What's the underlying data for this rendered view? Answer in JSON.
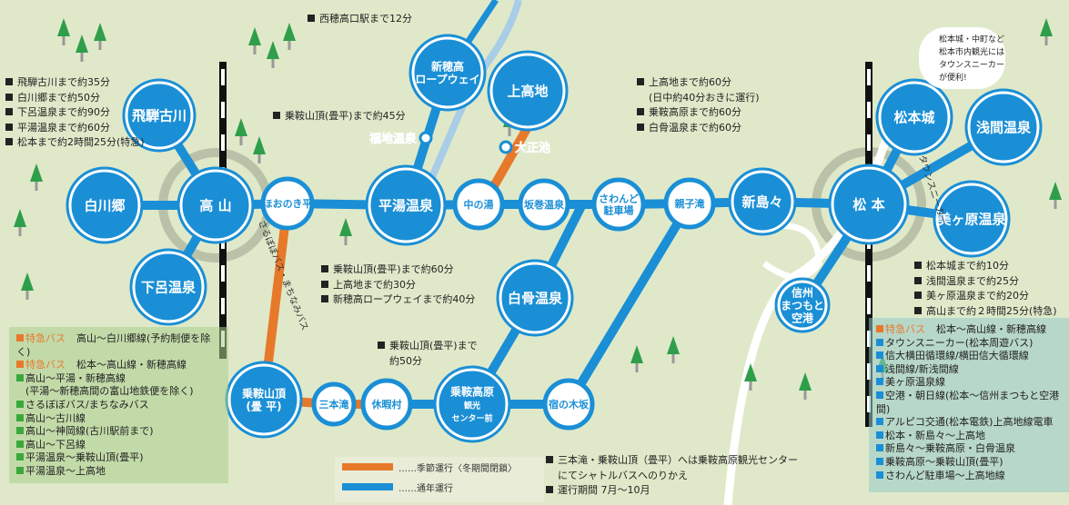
{
  "colors": {
    "line_year_round": "#1a8fd6",
    "line_seasonal": "#e7792b",
    "station_blue": "#1a8fd6",
    "background": "#dfe9c9"
  },
  "stations": {
    "hida_furukawa": [
      "飛騨古川"
    ],
    "shirakawago": [
      "白川郷"
    ],
    "takayama": [
      "高 山"
    ],
    "gero": [
      "下呂温泉"
    ],
    "hoonokidaira": [
      "ほおのき平"
    ],
    "hirayu": [
      "平湯温泉"
    ],
    "nakanoyu": [
      "中の湯"
    ],
    "sakamaki": [
      "坂巻温泉"
    ],
    "sawando": [
      "さわんど",
      "駐車場"
    ],
    "oyakotaki": [
      "親子滝"
    ],
    "shinshimashima": [
      "新島々"
    ],
    "matsumoto": [
      "松 本"
    ],
    "matsumotojo": [
      "松本城"
    ],
    "asama": [
      "浅間温泉"
    ],
    "utsukushigahara": [
      "美ヶ原温泉"
    ],
    "airport": [
      "信州",
      "まつもと",
      "空港"
    ],
    "shinhotaka": [
      "新穂高",
      "ロープウェイ"
    ],
    "kamikochi": [
      "上高地"
    ],
    "shirahone": [
      "白骨温泉"
    ],
    "norikura_kogen": [
      "乗鞍高原",
      "観光",
      "センター前"
    ],
    "kyukamura": [
      "休暇村"
    ],
    "sanbondaki": [
      "三本滝"
    ],
    "norikura_summit": [
      "乗鞍山頂",
      "(畳 平)"
    ],
    "yadonokizaka": [
      "宿の木坂"
    ],
    "fukuji": [
      "福地温泉"
    ],
    "taishoike": [
      "大正池"
    ]
  },
  "route_labels": {
    "sarubobo": "さるぼぼバス・まちなみバス",
    "town_sneaker": "タウンスニーカー"
  },
  "notes": {
    "takayama": [
      "飛騨古川まで約35分",
      "白川郷まで約50分",
      "下呂温泉まで約90分",
      "平湯温泉まで約60分",
      "松本まで約2時間25分(特急)"
    ],
    "shinhotaka": [
      "西穂高口駅まで12分"
    ],
    "hoonokidaira": [
      "乗鞍山頂(畳平)まで約45分"
    ],
    "hirayu": [
      "乗鞍山頂(畳平)まで約60分",
      "上高地まで約30分",
      "新穂高ロープウェイまで約40分"
    ],
    "shinshimashima": [
      "上高地まで約60分",
      "(日中約40分おきに運行)",
      "乗鞍高原まで約60分",
      "白骨温泉まで約60分"
    ],
    "matsumoto": [
      "松本城まで約10分",
      "浅間温泉まで約25分",
      "美ヶ原温泉まで約20分",
      "高山まで約２時間25分(特急)"
    ],
    "norikura_kogen": [
      "乗鞍山頂(畳平)まで",
      "約50分"
    ],
    "shuttle": [
      "三本滝・乗鞍山頂（畳平）へは乗鞍高原観光センター",
      "にてシャトルバスへのりかえ",
      "運行期間 7月～10月"
    ]
  },
  "bubble": [
    "松本城・中町など",
    "松本市内観光には",
    "タウンスニーカー",
    "が便利!"
  ],
  "legend_left": [
    {
      "prefix": "特急バス",
      "text": "高山～白川郷線(予約制便を除く)",
      "color": "#e7792b"
    },
    {
      "prefix": "特急バス",
      "text": "松本～高山線・新穂高線",
      "color": "#e7792b"
    },
    {
      "text": "高山～平湯・新穂高線",
      "color": "#3aa83a"
    },
    {
      "text": "(平湯～新穂高間の富山地鉄便を除く)",
      "color": ""
    },
    {
      "text": "さるぼぼバス/まちなみバス",
      "color": "#3aa83a"
    },
    {
      "text": "高山～古川線",
      "color": "#3aa83a"
    },
    {
      "text": "高山～神岡線(古川駅前まで)",
      "color": "#3aa83a"
    },
    {
      "text": "高山～下呂線",
      "color": "#3aa83a"
    },
    {
      "text": "平湯温泉～乗鞍山頂(畳平)",
      "color": "#3aa83a"
    },
    {
      "text": "平湯温泉～上高地",
      "color": "#3aa83a"
    }
  ],
  "legend_right": [
    {
      "prefix": "特急バス",
      "text": "松本～高山線・新穂高線",
      "color": "#e7792b"
    },
    {
      "text": "タウンスニーカー(松本周遊バス)",
      "color": "#1a8fd6"
    },
    {
      "text": "信大横田循環線/横田信大循環線",
      "color": "#1a8fd6"
    },
    {
      "text": "浅間線/新浅間線",
      "color": "#1a8fd6"
    },
    {
      "text": "美ヶ原温泉線",
      "color": "#1a8fd6"
    },
    {
      "text": "空港・朝日線(松本～信州まつもと空港間)",
      "color": "#1a8fd6"
    },
    {
      "text": "アルピコ交通(松本電鉄)上高地線電車",
      "color": "#1a8fd6"
    },
    {
      "text": "松本・新島々～上高地",
      "color": "#1a8fd6"
    },
    {
      "text": "新島々～乗鞍高原・白骨温泉",
      "color": "#1a8fd6"
    },
    {
      "text": "乗鞍高原～乗鞍山頂(畳平)",
      "color": "#1a8fd6"
    },
    {
      "text": "さわんど駐車場～上高地線",
      "color": "#1a8fd6"
    }
  ],
  "season_legend": {
    "seasonal": "……季節運行〈冬期間閉鎖〉",
    "year_round": "……通年運行"
  }
}
